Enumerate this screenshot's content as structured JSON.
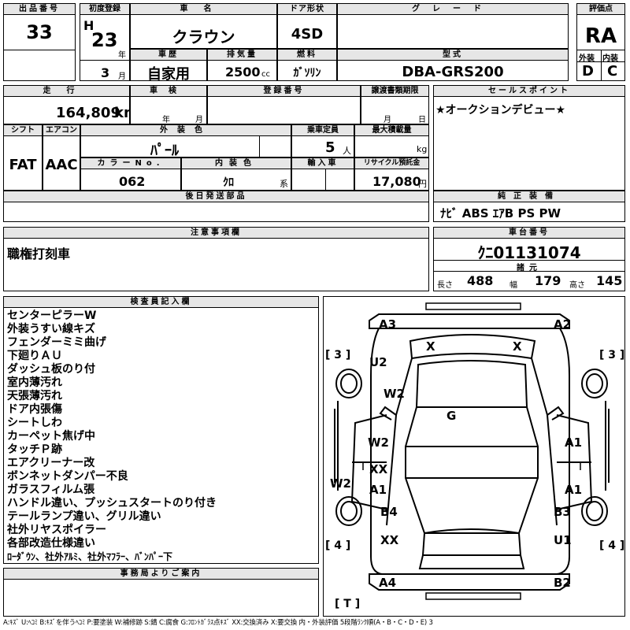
{
  "header": {
    "lot_label": "出品番号",
    "lot_value": "33",
    "first_reg_label": "初度登録",
    "era": "H",
    "first_reg_year": "23",
    "year_unit": "年",
    "first_reg_month": "3",
    "month_unit": "月",
    "car_name_label": "車名",
    "car_name": "クラウン",
    "door_label": "ドア形状",
    "door": "4SD",
    "grade_label": "グレード",
    "grade": "",
    "score_label": "評価点",
    "score": "RA",
    "ext_label": "外装",
    "ext": "D",
    "int_label": "内装",
    "int": "C",
    "history_label": "車歴",
    "history": "自家用",
    "disp_label": "排気量",
    "disp": "2500",
    "disp_unit": "cc",
    "fuel_label": "燃料",
    "fuel": "ｶﾞｿﾘﾝ",
    "model_label": "型式",
    "model": "DBA-GRS200"
  },
  "mid": {
    "mileage_label": "走行",
    "mileage": "164,809",
    "mileage_unit": "km",
    "inspection_label": "車検",
    "insp_year_unit": "年",
    "insp_month_unit": "月",
    "regno_label": "登録番号",
    "transfer_label": "譲渡書類期限",
    "transfer_month_unit": "月",
    "transfer_day_unit": "日",
    "shift_label": "シフト",
    "shift": "FAT",
    "ac_label": "エアコン",
    "ac": "AAC",
    "color_label": "外装色",
    "color": "ﾊﾟｰﾙ",
    "capacity_label": "乗車定員",
    "capacity": "5",
    "capacity_unit": "人",
    "load_label": "最大積載量",
    "load_unit": "kg",
    "color_no_label": "カラーNo.",
    "color_no": "062",
    "int_color_label": "内装色",
    "int_color": "ｸﾛ",
    "int_color_unit": "系",
    "import_label": "輸入車",
    "recycle_label": "リサイクル預託金",
    "recycle": "17,080",
    "recycle_unit": "円",
    "later_label": "後日発送部品",
    "sales_label": "セールスポイント",
    "sales_text": "★オークションデビュー★",
    "equip_label": "純正装備",
    "equip": "ﾅﾋﾞ ABS ｴｱB PS PW"
  },
  "notes": {
    "label": "注意事項欄",
    "text": "職権打刻車"
  },
  "chassis": {
    "label": "車台番号",
    "value": "ｸﾆ01131074",
    "dims_label": "諸元",
    "len_label": "長さ",
    "len": "488",
    "wid_label": "幅",
    "wid": "179",
    "hgt_label": "高さ",
    "hgt": "145"
  },
  "inspector": {
    "label": "検査員記入欄",
    "lines": [
      "センターピラーW",
      "外装うすい線キズ",
      "フェンダーミミ曲げ",
      "下廻りＡＵ",
      "ダッシュ板のり付",
      "室内薄汚れ",
      "天張薄汚れ",
      "ドア内張傷",
      "シートしわ",
      "カーペット焦げ中",
      "タッチＰ跡",
      "エアクリーナー改",
      "ボンネットダンパー不良",
      "ガラスフィルム張",
      "ハンドル違い、プッシュスタートのり付き",
      "テールランプ違い、グリル違い",
      "社外リヤスポイラー",
      "各部改造仕様違い",
      "ﾛｰﾀﾞｳﾝ、社外ｱﾙﾐ、社外ﾏﾌﾗｰ、ﾊﾞﾝﾊﾟｰ下"
    ]
  },
  "office": {
    "label": "事務局よりご案内"
  },
  "diagram": {
    "marks": [
      "A3",
      "A2",
      "X",
      "X",
      "U2",
      "W2",
      "G",
      "W2",
      "A1",
      "XX",
      "A1",
      "A1",
      "B4",
      "B3",
      "XX",
      "U1",
      "A4",
      "B2"
    ],
    "tires": [
      "3",
      "3",
      "4",
      "4"
    ],
    "trunk": "T"
  },
  "footer": {
    "legend": "A:ｷｽﾞ U:ﾍｺﾐ B:ｷｽﾞを伴うﾍｺﾐ P:要塗装 W:補修跡 S:錆 C:腐食 G:ﾌﾛﾝﾄｶﾞﾗｽ点ｷｽﾞ XX:交換済み X:要交換 内・外装評価 5段階ﾗﾝｸ順(A・B・C・D・E) 3"
  }
}
